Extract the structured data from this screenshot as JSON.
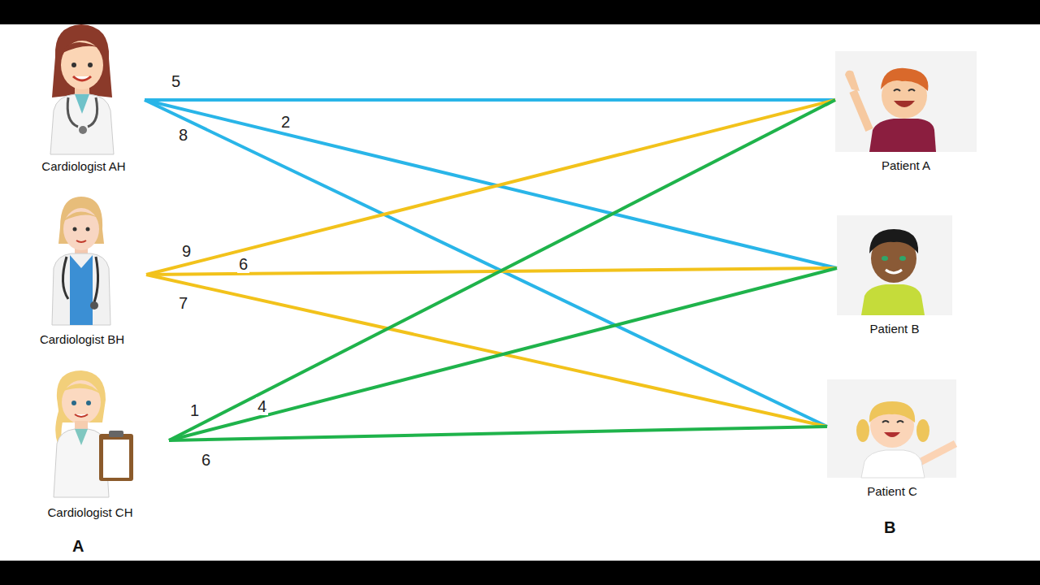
{
  "diagram": {
    "nodes": [
      {
        "text": [
          "Cardiologist AH"
        ]
      },
      {
        "text": [
          "Cardiologist BH"
        ]
      },
      {
        "text": [
          "Cardiologist CH"
        ]
      },
      {
        "text": [
          "Patient A"
        ]
      },
      {
        "text": [
          "Patient B"
        ]
      },
      {
        "text": [
          "Patient C"
        ]
      }
    ],
    "edges": [
      {
        "from": 0,
        "to": 3,
        "arrow": "none",
        "label": "5"
      },
      {
        "from": 0,
        "to": 4,
        "arrow": "none",
        "label": "2"
      },
      {
        "from": 0,
        "to": 5,
        "arrow": "none",
        "label": "8"
      },
      {
        "from": 1,
        "to": 3,
        "arrow": "none",
        "label": "9"
      },
      {
        "from": 1,
        "to": 4,
        "arrow": "none",
        "label": "6"
      },
      {
        "from": 1,
        "to": 5,
        "arrow": "none",
        "label": "7"
      },
      {
        "from": 2,
        "to": 3,
        "arrow": "none",
        "label": "1"
      },
      {
        "from": 2,
        "to": 4,
        "arrow": "none",
        "label": "4"
      },
      {
        "from": 2,
        "to": 5,
        "arrow": "none",
        "label": "6"
      }
    ],
    "labels": [
      "A",
      "B"
    ]
  }
}
